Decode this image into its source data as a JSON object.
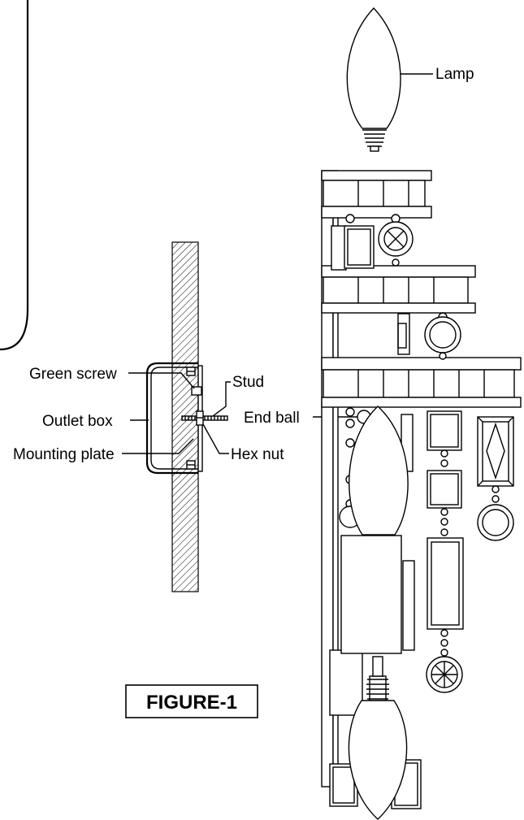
{
  "labels": {
    "lamp": "Lamp",
    "green_screw": "Green screw",
    "stud": "Stud",
    "outlet_box": "Outlet box",
    "end_ball": "End ball",
    "mounting_plate": "Mounting plate",
    "hex_nut": "Hex nut"
  },
  "figure_title": "FIGURE-1"
}
